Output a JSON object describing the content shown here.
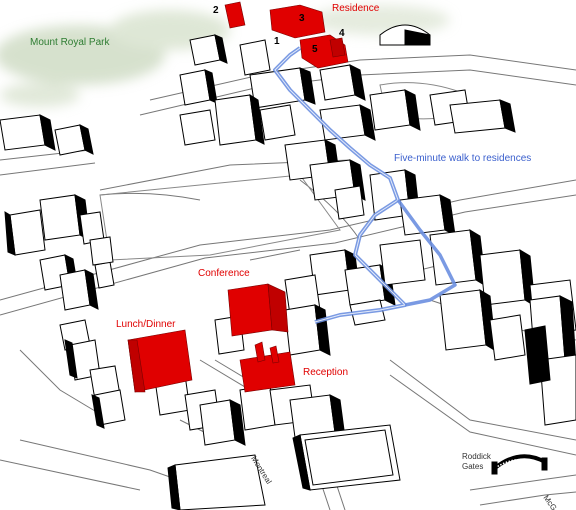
{
  "labels": {
    "park": "Mount Royal Park",
    "residence": "Residence",
    "walk": "Five-minute walk to residences",
    "conference": "Conference",
    "lunch": "Lunch/Dinner",
    "reception": "Reception",
    "street": "Montreal",
    "gates_line1": "Roddick",
    "gates_line2": "Gates",
    "street2": "McG"
  },
  "residence_numbers": [
    "1",
    "2",
    "3",
    "4",
    "5"
  ],
  "colors": {
    "highlight": "#e00000",
    "route": "#6b8fe0",
    "park": "#2e7d32",
    "walk_text": "#3a5fcd"
  }
}
